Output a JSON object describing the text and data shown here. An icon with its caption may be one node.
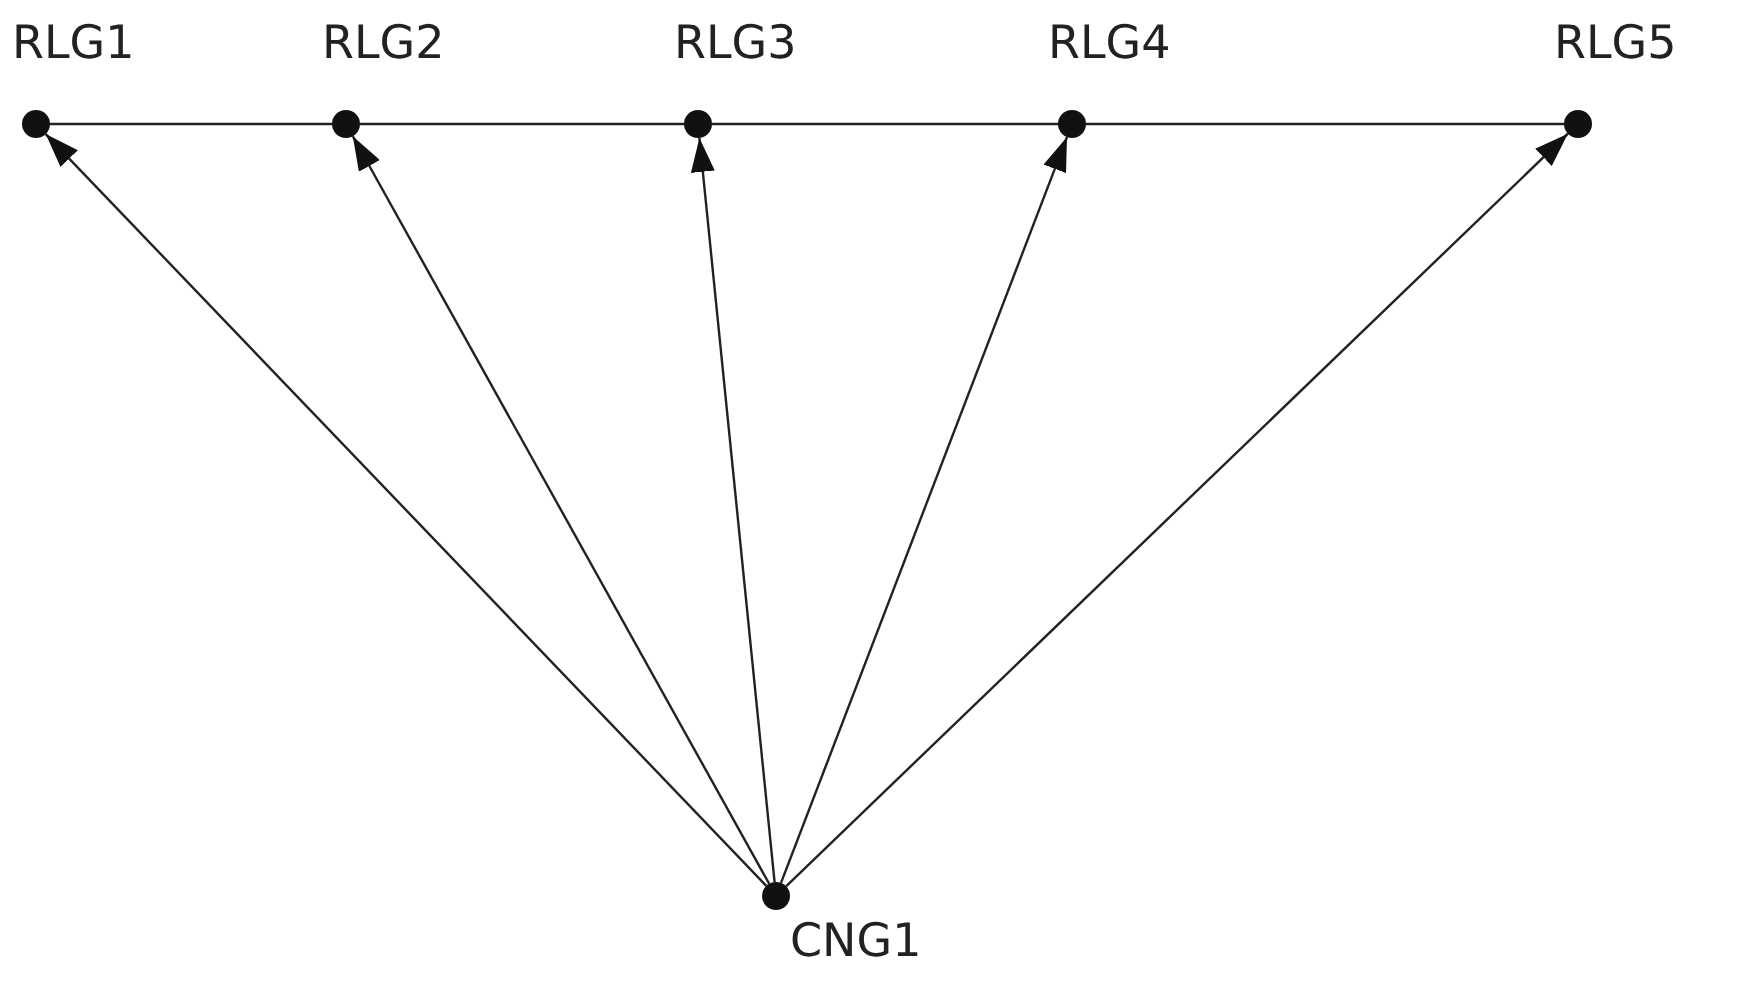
{
  "diagram": {
    "nodes": [
      {
        "text": [
          "RLG1"
        ]
      },
      {
        "text": [
          "RLG2"
        ]
      },
      {
        "text": [
          "RLG3"
        ]
      },
      {
        "text": [
          "RLG4"
        ]
      },
      {
        "text": [
          "RLG5"
        ]
      },
      {
        "text": [
          "CNG1"
        ]
      }
    ],
    "edges": [
      {
        "from": 0,
        "to": 1,
        "arrow": "none"
      },
      {
        "from": 1,
        "to": 2,
        "arrow": "none"
      },
      {
        "from": 2,
        "to": 3,
        "arrow": "none"
      },
      {
        "from": 3,
        "to": 4,
        "arrow": "none"
      },
      {
        "from": 5,
        "to": 0,
        "arrow": "to"
      },
      {
        "from": 5,
        "to": 1,
        "arrow": "to"
      },
      {
        "from": 5,
        "to": 2,
        "arrow": "to"
      },
      {
        "from": 5,
        "to": 3,
        "arrow": "to"
      },
      {
        "from": 5,
        "to": 4,
        "arrow": "to"
      }
    ]
  }
}
